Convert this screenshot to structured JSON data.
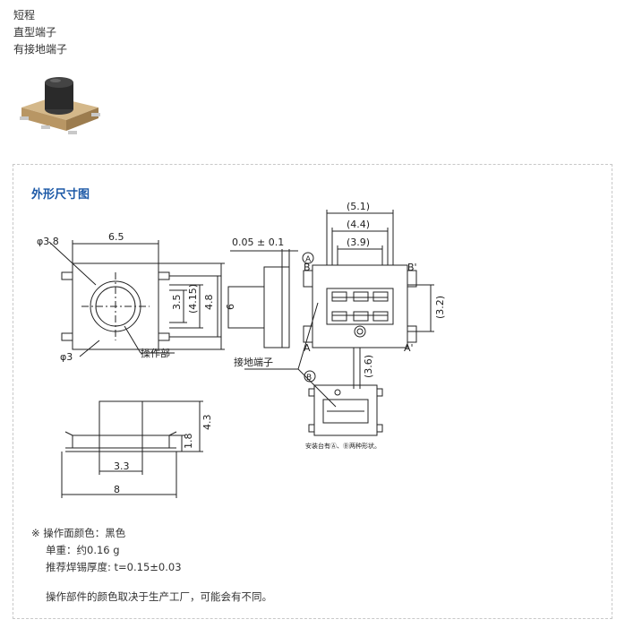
{
  "header": {
    "tags": [
      "短程",
      "直型端子",
      "有接地端子"
    ]
  },
  "section": {
    "title": "外形尺寸图"
  },
  "drawing": {
    "dims": {
      "phi38": "φ3.8",
      "w65": "6.5",
      "phi3": "φ3",
      "h35": "3.5",
      "h415": "(4.15)",
      "h48": "4.8",
      "h6": "6",
      "op_part": "操作部",
      "t005": "0.05 ± 0.1",
      "w51": "(5.1)",
      "w44": "(4.4)",
      "w39": "(3.9)",
      "h32": "(3.2)",
      "h36": "(3.6)",
      "h43": "4.3",
      "h18": "1.8",
      "w33": "3.3",
      "w8": "8",
      "ground": "接地端子",
      "markA_circle": "A",
      "markB_circle": "B",
      "pinB": "B",
      "pinBp": "B'",
      "pinA": "A",
      "pinAp": "A'",
      "mount_note": "安装台有Ⓐ、Ⓑ两种形状。"
    }
  },
  "notes": {
    "color_line": "※ 操作面颜色：黑色",
    "weight_line": "单重：约0.16 g",
    "solder_line": "推荐焊锡厚度: t=0.15±0.03",
    "disclaimer": "操作部件的颜色取决于生产工厂，可能会有不同。"
  }
}
